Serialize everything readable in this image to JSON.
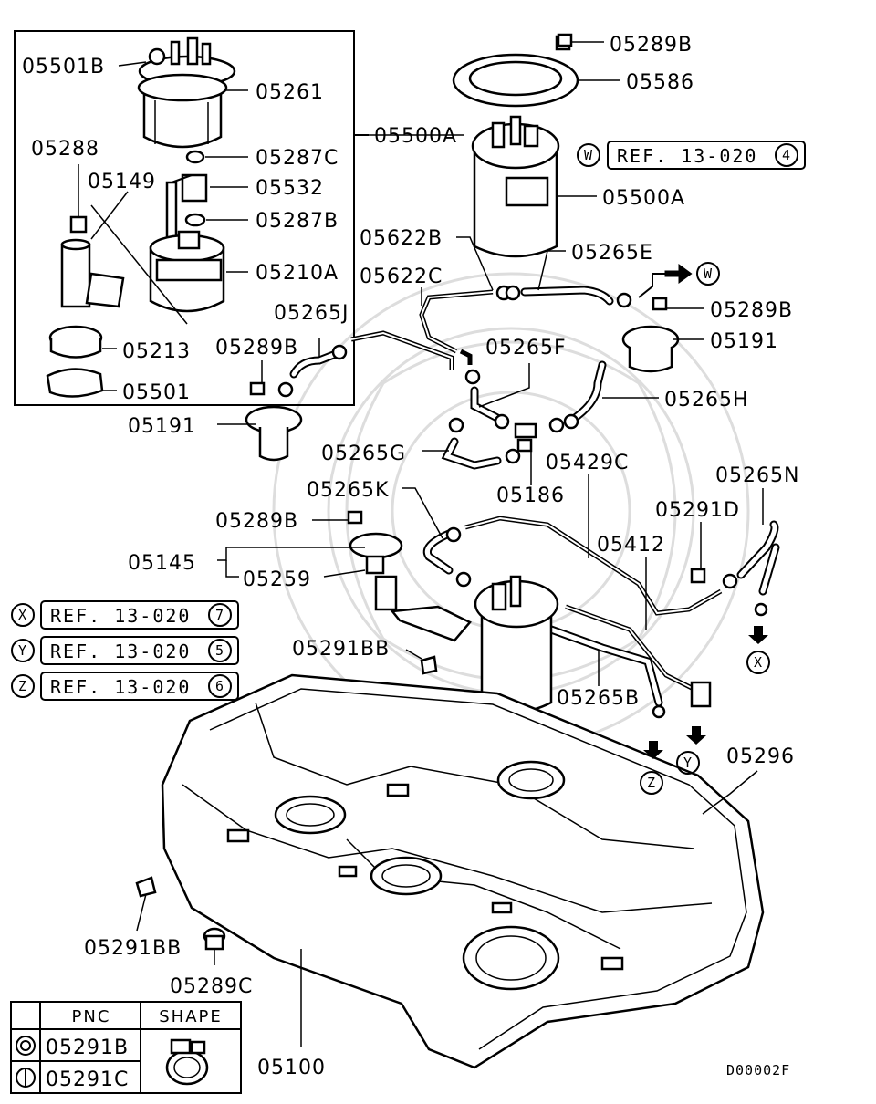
{
  "labels": {
    "l_05501B": "05501B",
    "l_05261": "05261",
    "l_05500A_1": "05500A",
    "l_05288": "05288",
    "l_05287C": "05287C",
    "l_05149": "05149",
    "l_05532": "05532",
    "l_05287B": "05287B",
    "l_05210A": "05210A",
    "l_05213": "05213",
    "l_05501": "05501",
    "l_05289B_1": "05289B",
    "l_05586": "05586",
    "l_05500A_2": "05500A",
    "l_05622B": "05622B",
    "l_05265E": "05265E",
    "l_05622C": "05622C",
    "l_05289B_2": "05289B",
    "l_05265J": "05265J",
    "l_05191_1": "05191",
    "l_05289B_3": "05289B",
    "l_05265F": "05265F",
    "l_05265H": "05265H",
    "l_05191_2": "05191",
    "l_05265G": "05265G",
    "l_05429C": "05429C",
    "l_05186": "05186",
    "l_05265N": "05265N",
    "l_05265K": "05265K",
    "l_05291D": "05291D",
    "l_05289B_4": "05289B",
    "l_05412": "05412",
    "l_05145": "05145",
    "l_05259": "05259",
    "l_05291BB_1": "05291BB",
    "l_05265B": "05265B",
    "l_05296": "05296",
    "l_05291BB_2": "05291BB",
    "l_05289C": "05289C",
    "l_05100": "05100"
  },
  "references": {
    "w": {
      "marker": "W",
      "text": "REF. 13-020",
      "num": "4"
    },
    "x": {
      "marker": "X",
      "text": "REF. 13-020",
      "num": "7"
    },
    "y": {
      "marker": "Y",
      "text": "REF. 13-020",
      "num": "5"
    },
    "z": {
      "marker": "Z",
      "text": "REF. 13-020",
      "num": "6"
    }
  },
  "flow_markers": {
    "w": "W",
    "x": "X",
    "y": "Y",
    "z": "Z"
  },
  "legend": {
    "col_pnc": "PNC",
    "col_shape": "SHAPE",
    "row1_pnc": "05291B",
    "row2_pnc": "05291C"
  },
  "drawing_code": "D00002F"
}
